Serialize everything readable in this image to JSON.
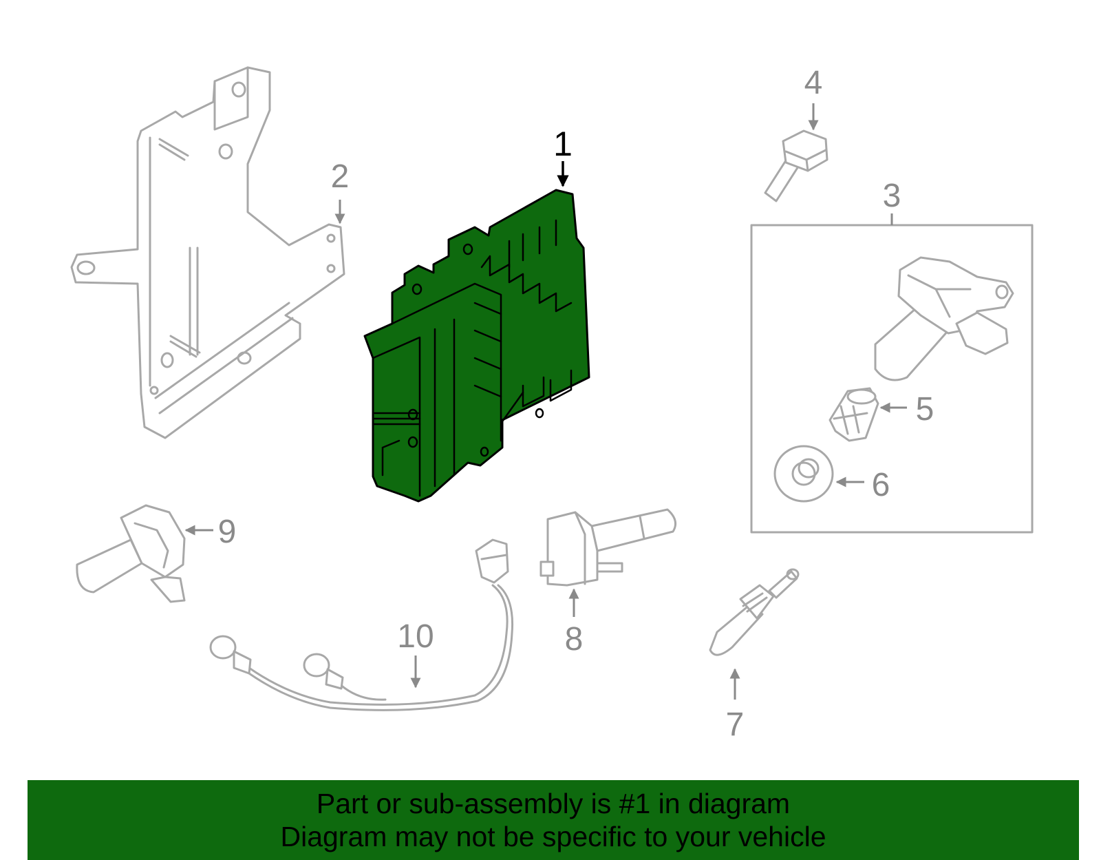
{
  "diagram": {
    "highlight_color": "#0e6a0e",
    "callouts": [
      {
        "number": "1",
        "highlighted": true
      },
      {
        "number": "2"
      },
      {
        "number": "3"
      },
      {
        "number": "4"
      },
      {
        "number": "5"
      },
      {
        "number": "6"
      },
      {
        "number": "7"
      },
      {
        "number": "8"
      },
      {
        "number": "9"
      },
      {
        "number": "10"
      }
    ]
  },
  "banner": {
    "line1": "Part or sub-assembly is #1 in diagram",
    "line2": "Diagram may not be specific to your vehicle"
  }
}
